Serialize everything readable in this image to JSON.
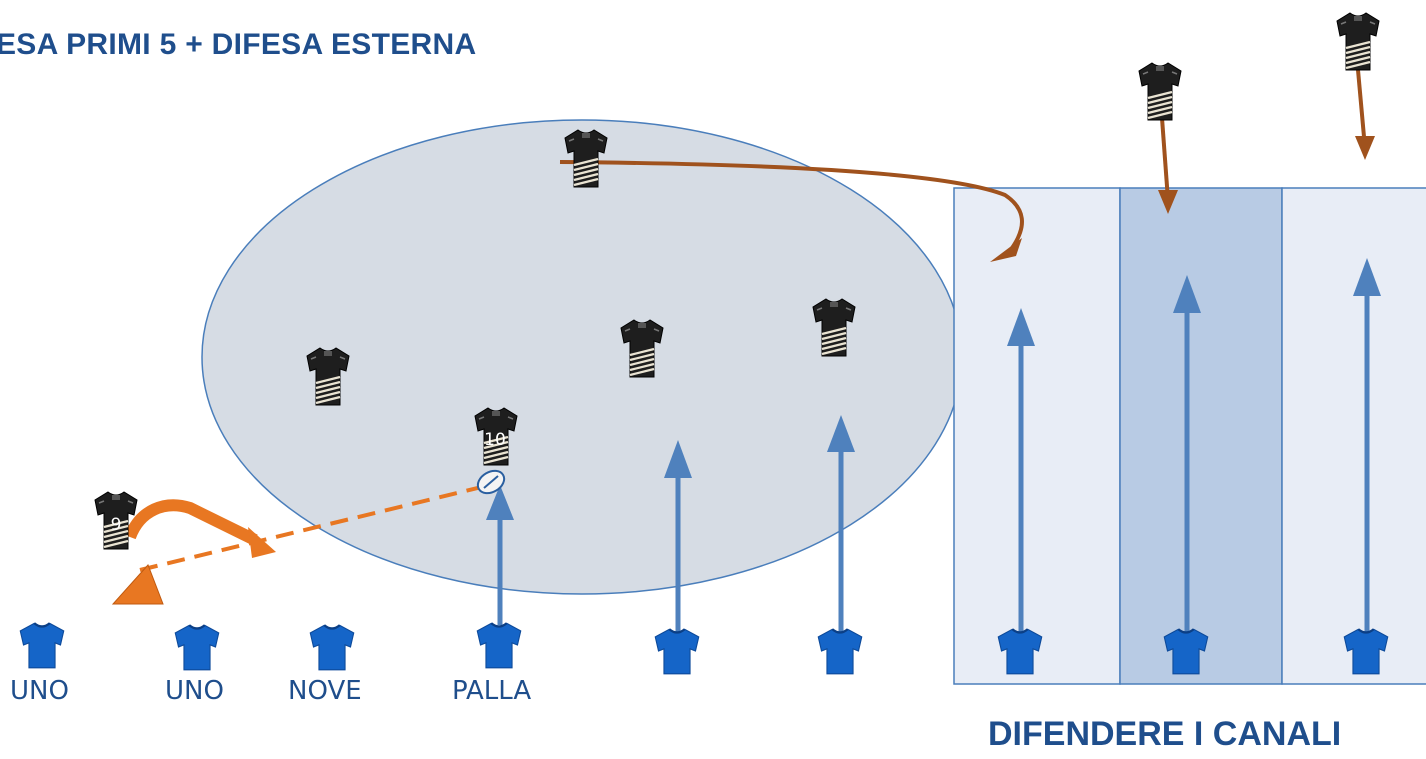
{
  "title": "ESA PRIMI 5 + DIFESA ESTERNA",
  "attack_labels": [
    "UNO",
    "UNO",
    "NOVE",
    "PALLA"
  ],
  "channels_caption": "DIFENDERE I CANALI",
  "jersey_numbers": {
    "scrum_half": "9",
    "fly_half": "10"
  },
  "colors": {
    "title": "#1f4e8c",
    "attack_jersey": "#1565c8",
    "defense_jersey": "#1e1e1e",
    "attack_arrow": "#4f81bd",
    "defense_arrow": "#a0521d",
    "pass_line": "#e87722",
    "zone_fill": "#d6dce4",
    "channel_light": "#e8edf6",
    "channel_dark": "#b8cbe4"
  }
}
